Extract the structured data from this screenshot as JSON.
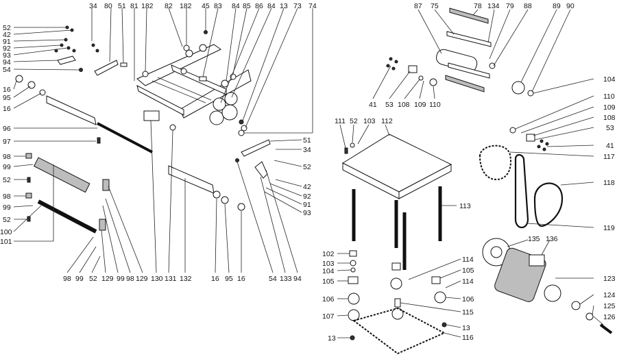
{
  "labels": {
    "l34a": "34",
    "l80": "80",
    "l51a": "51",
    "l81": "81",
    "l182a": "182",
    "l82": "82",
    "l182b": "182",
    "l45": "45",
    "l83": "83",
    "l84a": "84",
    "l85": "85",
    "l86": "86",
    "l84b": "84",
    "l13a": "13",
    "l73": "73",
    "l74": "74",
    "l52a": "52",
    "l42a": "42",
    "l91a": "91",
    "l92a": "92",
    "l93a": "93",
    "l94": "94",
    "l54a": "54",
    "l16a": "16",
    "l95a": "95",
    "l16b": "16",
    "l96": "96",
    "l97": "97",
    "l98a": "98",
    "l99a": "99",
    "l52b": "52",
    "l98b": "98",
    "l99b": "99",
    "l52c": "52",
    "l100": "100",
    "l101": "101",
    "l51b": "51",
    "l34b": "34",
    "l52d": "52",
    "l42b": "42",
    "l92b": "92",
    "l91b": "91",
    "l93b": "93",
    "l98c": "98",
    "l99c": "99",
    "l129a": "129",
    "l52e": "52",
    "l99d": "99",
    "l98d": "98",
    "l129b": "129",
    "l130": "130",
    "l131": "131",
    "l132": "132",
    "l16c": "16",
    "l95b": "95",
    "l16d": "16",
    "l54b": "54",
    "l133": "133",
    "l94b": "94",
    "l87": "87",
    "l75": "75",
    "l78": "78",
    "l134": "134",
    "l79": "79",
    "l88": "88",
    "l89": "89",
    "l90": "90",
    "l41a": "41",
    "l53a": "53",
    "l108a": "108",
    "l109a": "109",
    "l110a": "110",
    "l104a": "104",
    "l110b": "110",
    "l109b": "109",
    "l108b": "108",
    "l53b": "53",
    "l41b": "41",
    "l111": "111",
    "l52f": "52",
    "l103a": "103",
    "l112": "112",
    "l113": "113",
    "l117": "117",
    "l118": "118",
    "l119": "119",
    "l102": "102",
    "l103b": "103",
    "l104b": "104",
    "l105a": "105",
    "l114a": "114",
    "l105b": "105",
    "l114b": "114",
    "l106a": "106",
    "l106b": "106",
    "l115": "115",
    "l107": "107",
    "l13b": "13",
    "l13c": "13",
    "l116": "116",
    "l135": "135",
    "l136": "136",
    "l123": "123",
    "l124": "124",
    "l125": "125",
    "l126": "126"
  }
}
